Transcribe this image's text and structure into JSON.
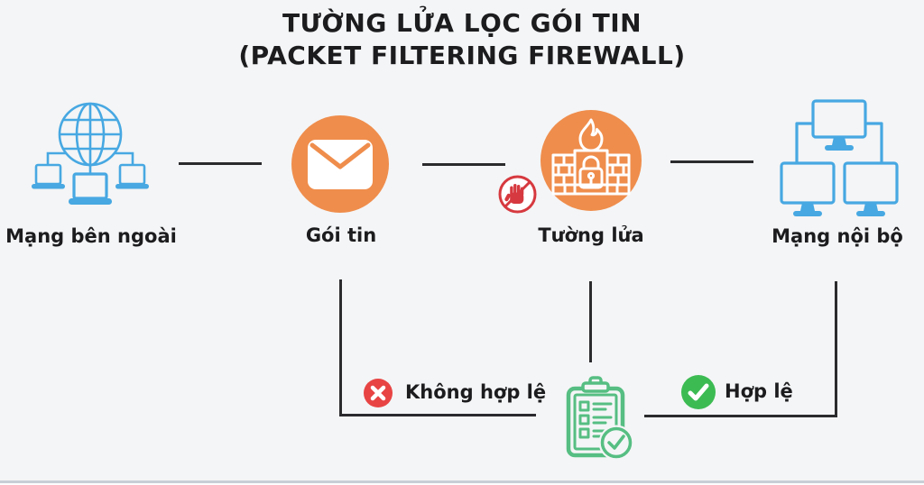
{
  "title": {
    "line1": "TƯỜNG LỬA LỌC GÓI TIN",
    "line2": "(PACKET FILTERING FIREWALL)"
  },
  "nodes": {
    "external": {
      "label": "Mạng bên ngoài",
      "icon": "globe-network-icon"
    },
    "packet": {
      "label": "Gói tin",
      "icon": "envelope-icon"
    },
    "firewall": {
      "label": "Tường lửa",
      "icon": "firewall-brick-lock-icon",
      "badge_icon": "stop-hand-icon"
    },
    "internal": {
      "label": "Mạng nội bộ",
      "icon": "computer-network-icon"
    }
  },
  "decision": {
    "checklist_icon": "rules-checklist-icon",
    "invalid": {
      "label": "Không hợp lệ",
      "icon": "cross-circle-icon"
    },
    "valid": {
      "label": "Hợp lệ",
      "icon": "check-circle-icon"
    }
  },
  "colors": {
    "background": "#F4F5F6",
    "accent_orange": "#EF8D4C",
    "icon_blue": "#47A8E2",
    "clipboard_green": "#56BE82",
    "check_green": "#3CBB53",
    "error_red": "#E84444",
    "stop_red": "#D6393F",
    "line_dark": "#2B2B2E",
    "text": "#1C1C1E"
  }
}
